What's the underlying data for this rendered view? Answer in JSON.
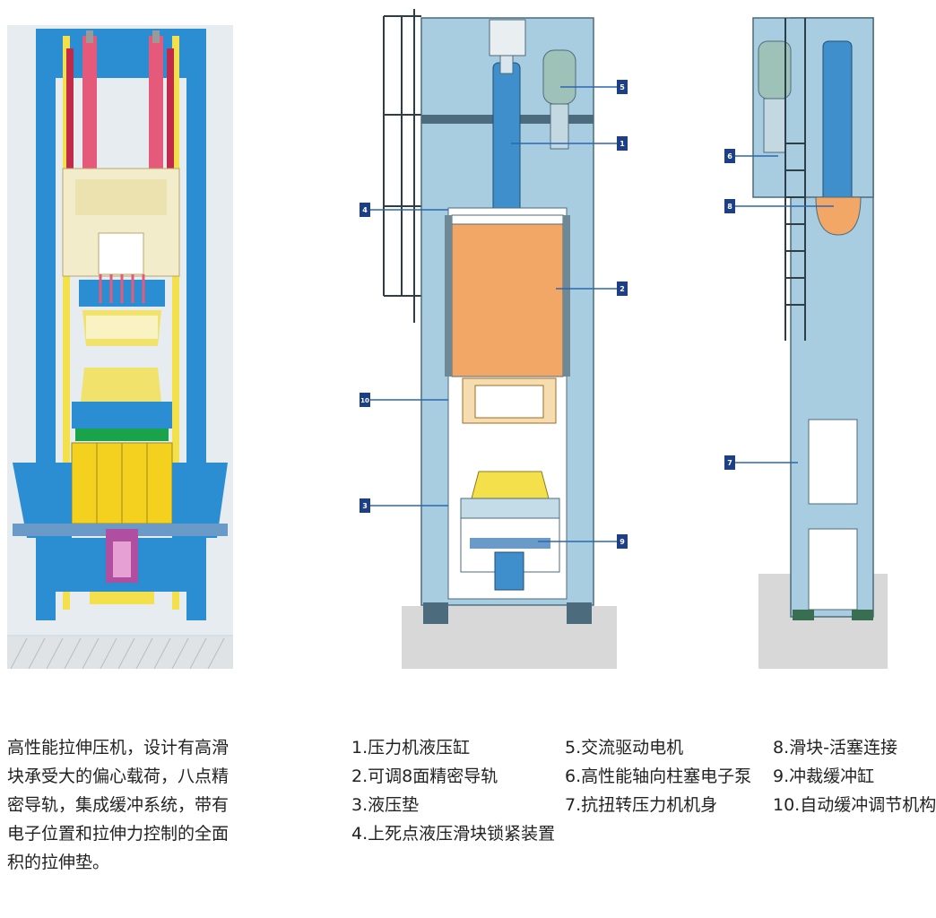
{
  "description": "高性能拉伸压机，设计有高滑块承受大的偏心载荷，八点精密导轨，集成缓冲系统，带有电子位置和拉伸力控制的全面积的拉伸垫。",
  "legend_col1": [
    "1.压力机液压缸",
    "2.可调8面精密导轨",
    "3.液压垫",
    "4.上死点液压滑块锁紧装置"
  ],
  "legend_col2": [
    "5.交流驱动电机",
    "6.高性能轴向柱塞电子泵",
    "7.抗扭转压力机机身"
  ],
  "legend_col3": [
    "8.滑块-活塞连接",
    "9.冲裁缓冲缸",
    "10.自动缓冲调节机构"
  ],
  "tags": {
    "t5": "5",
    "t1": "1",
    "t4": "4",
    "t2": "2",
    "t10": "10",
    "t3": "3",
    "t9": "9",
    "t6": "6",
    "t8": "8",
    "t7": "7"
  },
  "colors": {
    "frame_blue": "#a9cde0",
    "frame_dark": "#1f7fc4",
    "slide_orange": "#f2a766",
    "yellow": "#f3e04a",
    "pad_gold": "#f5ddb0",
    "tag_navy": "#1c3f86",
    "leader": "#2c66b3"
  }
}
